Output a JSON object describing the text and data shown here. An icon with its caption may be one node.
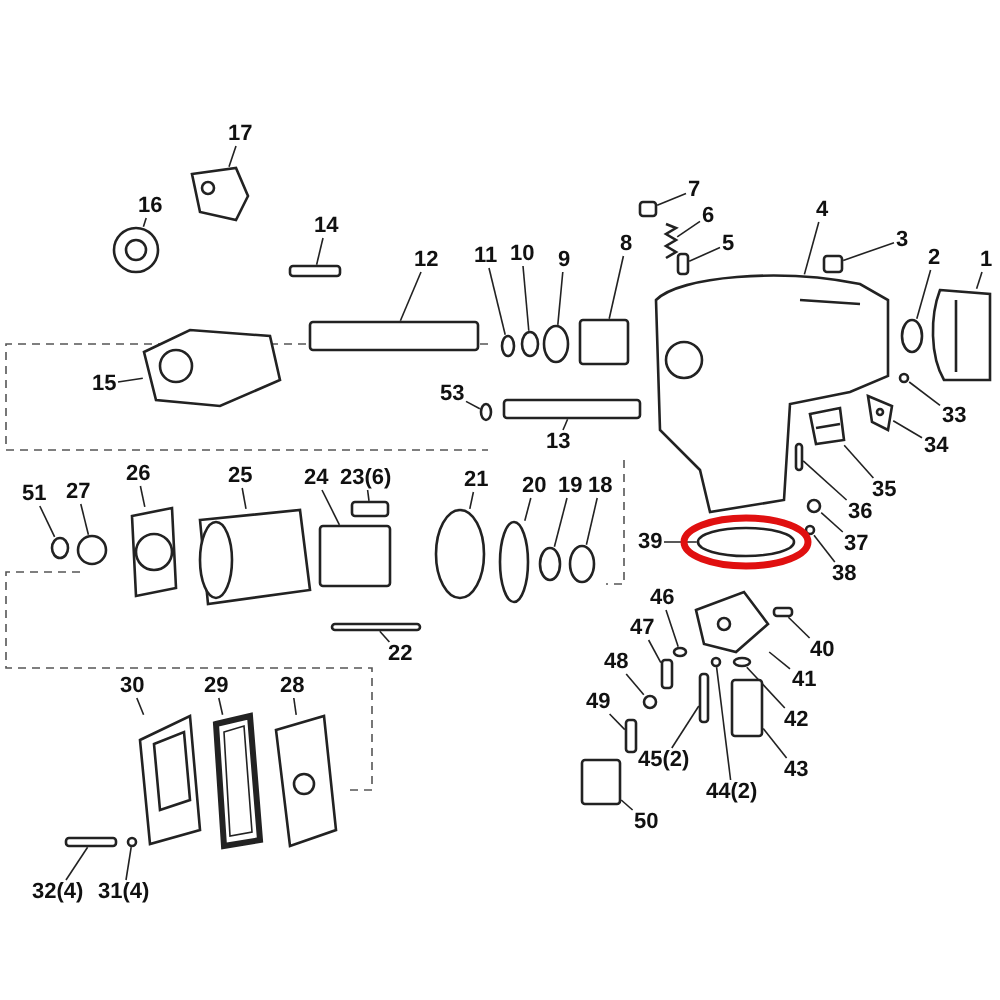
{
  "diagram": {
    "nodes": [
      {
        "text": [
          "17"
        ]
      },
      {
        "text": [
          "16"
        ]
      },
      {
        "text": [
          "7"
        ]
      },
      {
        "text": [
          "14"
        ]
      },
      {
        "text": [
          "6"
        ]
      },
      {
        "text": [
          "4"
        ]
      },
      {
        "text": [
          "3"
        ]
      },
      {
        "text": [
          "12"
        ]
      },
      {
        "text": [
          "11"
        ]
      },
      {
        "text": [
          "10"
        ]
      },
      {
        "text": [
          "9"
        ]
      },
      {
        "text": [
          "8"
        ]
      },
      {
        "text": [
          "5"
        ]
      },
      {
        "text": [
          "2"
        ]
      },
      {
        "text": [
          "1"
        ]
      },
      {
        "text": [
          "15"
        ]
      },
      {
        "text": [
          "53"
        ]
      },
      {
        "text": [
          "33"
        ]
      },
      {
        "text": [
          "13"
        ]
      },
      {
        "text": [
          "34"
        ]
      },
      {
        "text": [
          "35"
        ]
      },
      {
        "text": [
          "36"
        ]
      },
      {
        "text": [
          "26"
        ]
      },
      {
        "text": [
          "25"
        ]
      },
      {
        "text": [
          "24"
        ]
      },
      {
        "text": [
          "23(6)"
        ]
      },
      {
        "text": [
          "21"
        ]
      },
      {
        "text": [
          "20"
        ]
      },
      {
        "text": [
          "19"
        ]
      },
      {
        "text": [
          "18"
        ]
      },
      {
        "text": [
          "51"
        ]
      },
      {
        "text": [
          "27"
        ]
      },
      {
        "text": [
          "37"
        ]
      },
      {
        "text": [
          "39"
        ]
      },
      {
        "text": [
          "38"
        ]
      },
      {
        "text": [
          "22"
        ]
      },
      {
        "text": [
          "46"
        ]
      },
      {
        "text": [
          "40"
        ]
      },
      {
        "text": [
          "47"
        ]
      },
      {
        "text": [
          "41"
        ]
      },
      {
        "text": [
          "48"
        ]
      },
      {
        "text": [
          "42"
        ]
      },
      {
        "text": [
          "49"
        ]
      },
      {
        "text": [
          "43"
        ]
      },
      {
        "text": [
          "45(2)"
        ]
      },
      {
        "text": [
          "30"
        ]
      },
      {
        "text": [
          "29"
        ]
      },
      {
        "text": [
          "28"
        ]
      },
      {
        "text": [
          "44(2)"
        ]
      },
      {
        "text": [
          "50"
        ]
      },
      {
        "text": [
          "32(4)"
        ]
      },
      {
        "text": [
          "31(4)"
        ]
      },
      {
        "text": [],
        "shape": "picture"
      },
      {
        "text": [],
        "shape": "picture"
      },
      {
        "text": [],
        "shape": "box"
      },
      {
        "text": [],
        "shape": "box"
      },
      {
        "text": [],
        "shape": "picture"
      },
      {
        "text": [],
        "shape": "picture"
      },
      {
        "text": [],
        "shape": "box"
      },
      {
        "text": [],
        "shape": "box"
      },
      {
        "text": [],
        "shape": "circle"
      },
      {
        "text": [],
        "shape": "circle"
      },
      {
        "text": [],
        "shape": "circle"
      },
      {
        "text": [],
        "shape": "box"
      },
      {
        "text": [],
        "shape": "box"
      },
      {
        "text": [],
        "shape": "circle"
      },
      {
        "text": [],
        "shape": "picture"
      },
      {
        "text": [],
        "shape": "picture"
      },
      {
        "text": [],
        "shape": "circle"
      },
      {
        "text": [],
        "shape": "circle"
      },
      {
        "text": [],
        "shape": "box"
      },
      {
        "text": [],
        "shape": "picture"
      },
      {
        "text": [],
        "shape": "picture"
      },
      {
        "text": [],
        "shape": "box"
      },
      {
        "text": [],
        "shape": "picture"
      },
      {
        "text": [],
        "shape": "picture"
      },
      {
        "text": [],
        "shape": "box"
      },
      {
        "text": [],
        "shape": "box"
      },
      {
        "text": [],
        "shape": "circle"
      },
      {
        "text": [],
        "shape": "circle"
      },
      {
        "text": [],
        "shape": "circle"
      },
      {
        "text": [],
        "shape": "circle"
      },
      {
        "text": [],
        "shape": "circle"
      },
      {
        "text": [],
        "shape": "circle"
      },
      {
        "text": [],
        "shape": "circle"
      },
      {
        "text": [],
        "shape": "circle"
      },
      {
        "text": [],
        "shape": "circle"
      },
      {
        "text": [],
        "shape": "box"
      },
      {
        "text": [],
        "shape": "circle"
      },
      {
        "text": [],
        "shape": "box"
      },
      {
        "text": [],
        "shape": "box"
      },
      {
        "text": [],
        "shape": "picture"
      },
      {
        "text": [],
        "shape": "circle"
      },
      {
        "text": [],
        "shape": "circle"
      },
      {
        "text": [],
        "shape": "box"
      },
      {
        "text": [],
        "shape": "box"
      },
      {
        "text": [],
        "shape": "box"
      },
      {
        "text": [],
        "shape": "picture"
      },
      {
        "text": [],
        "shape": "picture"
      },
      {
        "text": [],
        "shape": "picture"
      },
      {
        "text": [],
        "shape": "circle"
      },
      {
        "text": [],
        "shape": "box"
      },
      {
        "text": [],
        "shape": "box"
      },
      {
        "text": [],
        "shape": "circle"
      }
    ],
    "edges": [
      {
        "from": 0,
        "to": 52,
        "arrow": "none"
      },
      {
        "from": 1,
        "to": 53,
        "arrow": "none"
      },
      {
        "from": 2,
        "to": 54,
        "arrow": "none"
      },
      {
        "from": 3,
        "to": 55,
        "arrow": "none"
      },
      {
        "from": 4,
        "to": 56,
        "arrow": "none"
      },
      {
        "from": 5,
        "to": 57,
        "arrow": "none"
      },
      {
        "from": 6,
        "to": 58,
        "arrow": "none"
      },
      {
        "from": 7,
        "to": 59,
        "arrow": "none"
      },
      {
        "from": 8,
        "to": 60,
        "arrow": "none"
      },
      {
        "from": 9,
        "to": 61,
        "arrow": "none"
      },
      {
        "from": 10,
        "to": 62,
        "arrow": "none"
      },
      {
        "from": 11,
        "to": 63,
        "arrow": "none"
      },
      {
        "from": 12,
        "to": 64,
        "arrow": "none"
      },
      {
        "from": 13,
        "to": 65,
        "arrow": "none"
      },
      {
        "from": 14,
        "to": 66,
        "arrow": "none"
      },
      {
        "from": 15,
        "to": 67,
        "arrow": "none"
      },
      {
        "from": 16,
        "to": 68,
        "arrow": "none"
      },
      {
        "from": 17,
        "to": 69,
        "arrow": "none"
      },
      {
        "from": 18,
        "to": 70,
        "arrow": "none"
      },
      {
        "from": 19,
        "to": 71,
        "arrow": "none"
      },
      {
        "from": 20,
        "to": 72,
        "arrow": "none"
      },
      {
        "from": 21,
        "to": 73,
        "arrow": "none"
      },
      {
        "from": 22,
        "to": 74,
        "arrow": "none"
      },
      {
        "from": 23,
        "to": 75,
        "arrow": "none"
      },
      {
        "from": 24,
        "to": 76,
        "arrow": "none"
      },
      {
        "from": 25,
        "to": 77,
        "arrow": "none"
      },
      {
        "from": 26,
        "to": 78,
        "arrow": "none"
      },
      {
        "from": 27,
        "to": 79,
        "arrow": "none"
      },
      {
        "from": 28,
        "to": 80,
        "arrow": "none"
      },
      {
        "from": 29,
        "to": 81,
        "arrow": "none"
      },
      {
        "from": 30,
        "to": 82,
        "arrow": "none"
      },
      {
        "from": 31,
        "to": 83,
        "arrow": "none"
      },
      {
        "from": 32,
        "to": 84,
        "arrow": "none"
      },
      {
        "from": 33,
        "to": 85,
        "arrow": "none"
      },
      {
        "from": 34,
        "to": 86,
        "arrow": "none"
      },
      {
        "from": 35,
        "to": 87,
        "arrow": "none"
      },
      {
        "from": 36,
        "to": 88,
        "arrow": "none"
      },
      {
        "from": 37,
        "to": 89,
        "arrow": "none"
      },
      {
        "from": 38,
        "to": 90,
        "arrow": "none"
      },
      {
        "from": 39,
        "to": 91,
        "arrow": "none"
      },
      {
        "from": 40,
        "to": 92,
        "arrow": "none"
      },
      {
        "from": 41,
        "to": 93,
        "arrow": "none"
      },
      {
        "from": 42,
        "to": 94,
        "arrow": "none"
      },
      {
        "from": 43,
        "to": 95,
        "arrow": "none"
      },
      {
        "from": 44,
        "to": 96,
        "arrow": "none"
      },
      {
        "from": 45,
        "to": 97,
        "arrow": "none"
      },
      {
        "from": 46,
        "to": 98,
        "arrow": "none"
      },
      {
        "from": 47,
        "to": 99,
        "arrow": "none"
      },
      {
        "from": 48,
        "to": 100,
        "arrow": "none"
      },
      {
        "from": 49,
        "to": 101,
        "arrow": "none"
      },
      {
        "from": 50,
        "to": 102,
        "arrow": "none"
      },
      {
        "from": 51,
        "to": 103,
        "arrow": "none"
      }
    ]
  }
}
